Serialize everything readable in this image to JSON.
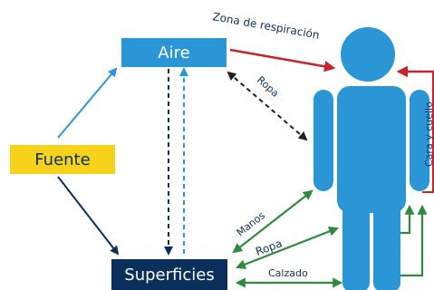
{
  "nodes": {
    "air": "Aire",
    "source": "Fuente",
    "surfaces": "Superficies"
  },
  "edge_labels": {
    "breathing_zone": "Zona de respiración",
    "clothing_air": "Ropa",
    "face_neck": "Cara y cuello",
    "hands": "Manos",
    "clothing_surface": "Ropa",
    "footwear": "Calzado"
  },
  "colors": {
    "air_box": "#2a96d6",
    "source_box": "#f6d21a",
    "surfaces_box": "#0b2f5b",
    "person": "#2a96d6",
    "breathing_arrow": "#c8232c",
    "contact_arrow": "#2e8b3e",
    "source_to_air_arrow": "#2a96d6",
    "source_to_surfaces_arrow": "#0b2f5b",
    "exchange_arrow": "#1f1f1f"
  }
}
